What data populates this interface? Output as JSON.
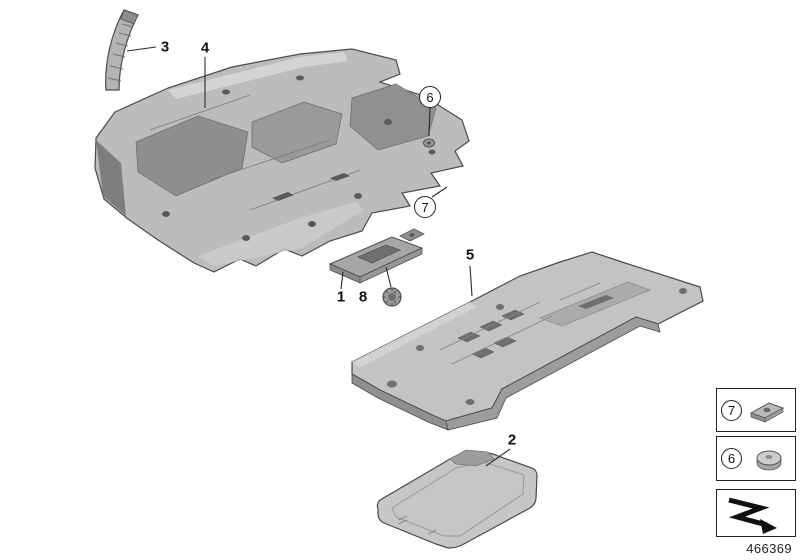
{
  "diagram": {
    "doc_number": "466369",
    "callouts": {
      "c1": "1",
      "c2": "2",
      "c3": "3",
      "c4": "4",
      "c5": "5",
      "c6": "6",
      "c7": "7",
      "c8": "8"
    },
    "legend": {
      "row1": "7",
      "row2": "6"
    }
  }
}
